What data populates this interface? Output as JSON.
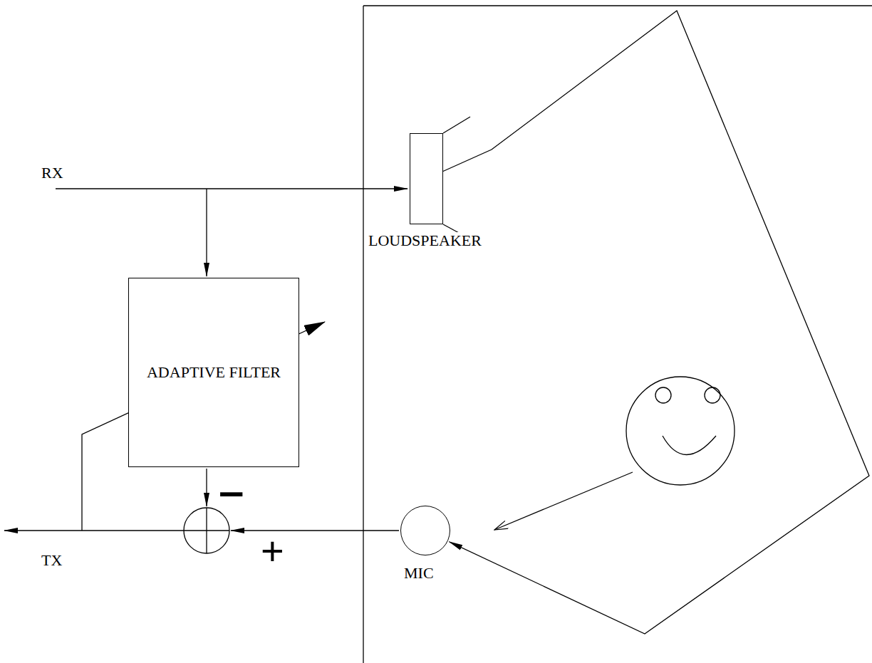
{
  "diagram": {
    "nodes": [
      {
        "text": [
          "LOUDSPEAKER"
        ]
      },
      {
        "text": [
          "ADAPTIVE FILTER"
        ]
      },
      {
        "text": [
          "MIC"
        ]
      }
    ],
    "edges": [
      {
        "from": 0,
        "to": 2,
        "arrow": "to"
      }
    ],
    "labels": [
      "RX",
      "TX",
      "−",
      "+"
    ]
  }
}
